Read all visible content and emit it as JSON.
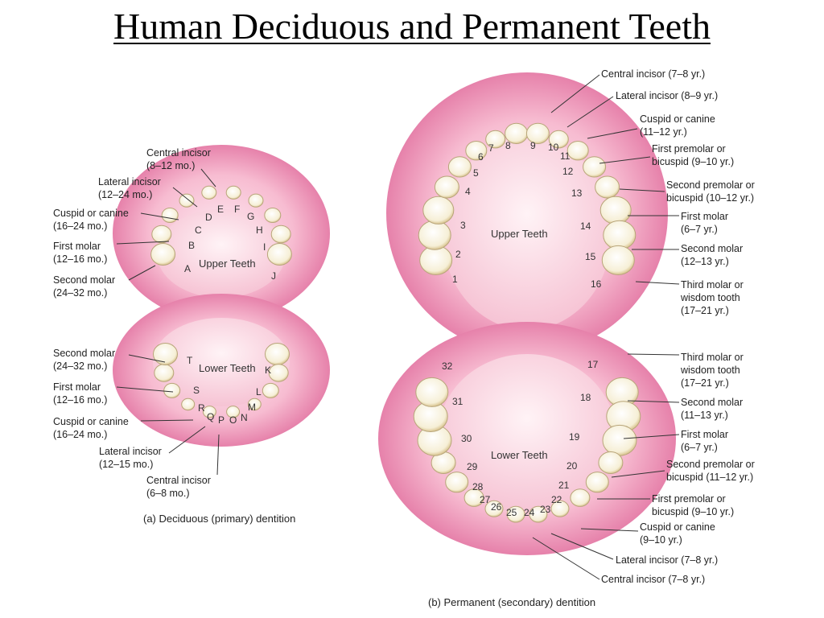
{
  "title": "Human Deciduous and Permanent Teeth",
  "deciduous": {
    "caption": "(a) Deciduous (primary) dentition",
    "upper_label": "Upper Teeth",
    "lower_label": "Lower Teeth",
    "upper_letters": [
      "A",
      "B",
      "C",
      "D",
      "E",
      "F",
      "G",
      "H",
      "I",
      "J"
    ],
    "lower_letters": [
      "K",
      "L",
      "M",
      "N",
      "O",
      "P",
      "Q",
      "R",
      "S",
      "T"
    ],
    "labels": [
      {
        "line1": "Central incisor",
        "line2": "(8–12 mo.)"
      },
      {
        "line1": "Lateral incisor",
        "line2": "(12–24 mo.)"
      },
      {
        "line1": "Cuspid or canine",
        "line2": "(16–24 mo.)"
      },
      {
        "line1": "First molar",
        "line2": "(12–16 mo.)"
      },
      {
        "line1": "Second molar",
        "line2": "(24–32 mo.)"
      },
      {
        "line1": "Second molar",
        "line2": "(24–32 mo.)"
      },
      {
        "line1": "First molar",
        "line2": "(12–16 mo.)"
      },
      {
        "line1": "Cuspid or canine",
        "line2": "(16–24 mo.)"
      },
      {
        "line1": "Lateral incisor",
        "line2": "(12–15 mo.)"
      },
      {
        "line1": "Central incisor",
        "line2": "(6–8 mo.)"
      }
    ]
  },
  "permanent": {
    "caption": "(b) Permanent (secondary) dentition",
    "upper_label": "Upper Teeth",
    "lower_label": "Lower Teeth",
    "upper_numbers": [
      "1",
      "2",
      "3",
      "4",
      "5",
      "6",
      "7",
      "8",
      "9",
      "10",
      "11",
      "12",
      "13",
      "14",
      "15",
      "16"
    ],
    "lower_numbers": [
      "17",
      "18",
      "19",
      "20",
      "21",
      "22",
      "23",
      "24",
      "25",
      "26",
      "27",
      "28",
      "29",
      "30",
      "31",
      "32"
    ],
    "labels": [
      {
        "line1": "Central incisor (7–8 yr.)",
        "line2": ""
      },
      {
        "line1": "Lateral incisor (8–9 yr.)",
        "line2": ""
      },
      {
        "line1": "Cuspid or canine",
        "line2": "(11–12 yr.)"
      },
      {
        "line1": "First premolar or",
        "line2": "bicuspid (9–10 yr.)"
      },
      {
        "line1": "Second premolar or",
        "line2": "bicuspid (10–12 yr.)"
      },
      {
        "line1": "First molar",
        "line2": "(6–7 yr.)"
      },
      {
        "line1": "Second molar",
        "line2": "(12–13 yr.)"
      },
      {
        "line1": "Third molar or",
        "line2": "wisdom tooth",
        "line3": "(17–21 yr.)"
      },
      {
        "line1": "Third molar or",
        "line2": "wisdom tooth",
        "line3": "(17–21 yr.)"
      },
      {
        "line1": "Second molar",
        "line2": "(11–13 yr.)"
      },
      {
        "line1": "First molar",
        "line2": "(6–7 yr.)"
      },
      {
        "line1": "Second premolar or",
        "line2": "bicuspid (11–12 yr.)"
      },
      {
        "line1": "First premolar or",
        "line2": "bicuspid (9–10 yr.)"
      },
      {
        "line1": "Cuspid or canine",
        "line2": "(9–10 yr.)"
      },
      {
        "line1": "Lateral incisor (7–8 yr.)",
        "line2": ""
      },
      {
        "line1": "Central incisor (7–8 yr.)",
        "line2": ""
      }
    ]
  },
  "colors": {
    "gum": "#f4a9c3",
    "gum_dark": "#e0679a",
    "palate": "#fbe1ea",
    "tooth": "#fdf8e8",
    "tooth_edge": "#b8a57a",
    "leader": "#333333"
  }
}
